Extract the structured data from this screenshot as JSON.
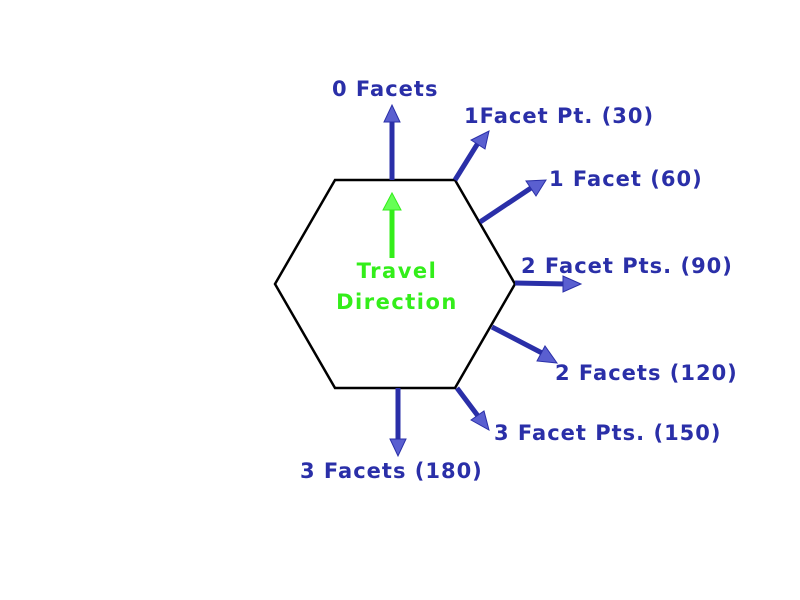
{
  "diagram": {
    "travel_line1": "Travel",
    "travel_line2": "Direction",
    "arrows": [
      {
        "label": "0 Facets",
        "angle": 0
      },
      {
        "label": "1Facet Pt. (30)",
        "angle": 30
      },
      {
        "label": "1 Facet (60)",
        "angle": 60
      },
      {
        "label": "2 Facet Pts. (90)",
        "angle": 90
      },
      {
        "label": "2 Facets (120)",
        "angle": 120
      },
      {
        "label": "3 Facet Pts. (150)",
        "angle": 150
      },
      {
        "label": "3 Facets (180)",
        "angle": 180
      }
    ]
  },
  "colors": {
    "arrow": "#2a2fa8",
    "travel": "#33ee1a",
    "outline": "#000000"
  }
}
